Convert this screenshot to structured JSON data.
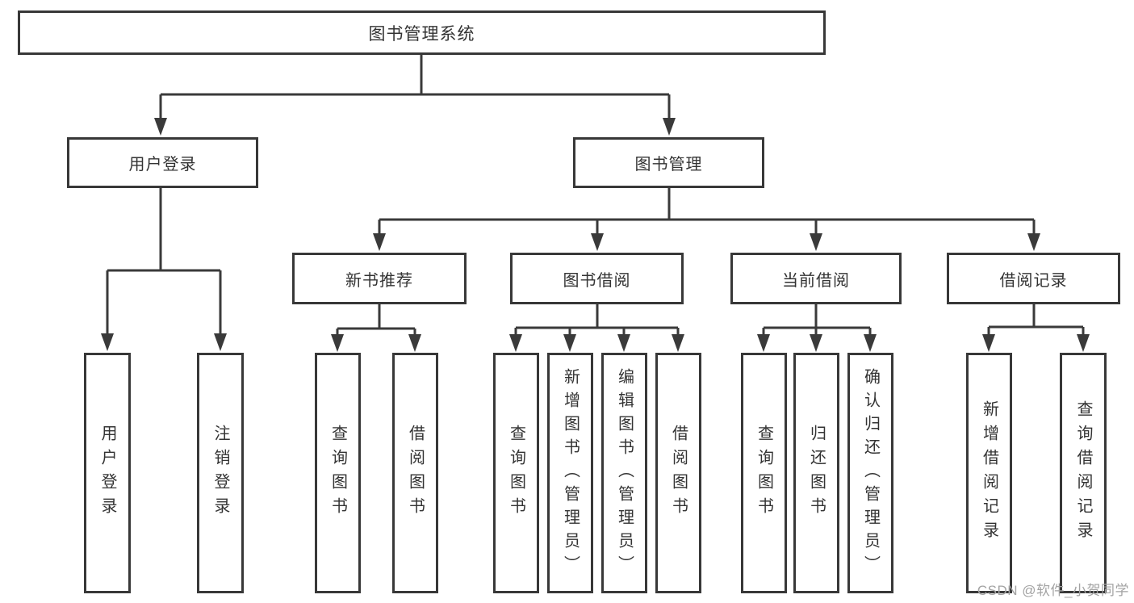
{
  "diagram": {
    "root": {
      "label": "图书管理系统",
      "children": [
        {
          "label": "用户登录",
          "children": [
            {
              "label": "用户登录"
            },
            {
              "label": "注销登录"
            }
          ]
        },
        {
          "label": "图书管理",
          "children": [
            {
              "label": "新书推荐",
              "children": [
                {
                  "label": "查询图书"
                },
                {
                  "label": "借阅图书"
                }
              ]
            },
            {
              "label": "图书借阅",
              "children": [
                {
                  "label": "查询图书"
                },
                {
                  "label": "新增图书（管理员）"
                },
                {
                  "label": "编辑图书（管理员）"
                },
                {
                  "label": "借阅图书"
                }
              ]
            },
            {
              "label": "当前借阅",
              "children": [
                {
                  "label": "查询图书"
                },
                {
                  "label": "归还图书"
                },
                {
                  "label": "确认归还（管理员）"
                }
              ]
            },
            {
              "label": "借阅记录",
              "children": [
                {
                  "label": "新增借阅记录"
                },
                {
                  "label": "查询借阅记录"
                }
              ]
            }
          ]
        }
      ]
    }
  },
  "watermark": {
    "text": "CSDN @软件_小贺同学"
  },
  "colors": {
    "line": "#3a3a3a",
    "text": "#333333",
    "watermark": "#a3a3a3",
    "background": "#ffffff"
  }
}
